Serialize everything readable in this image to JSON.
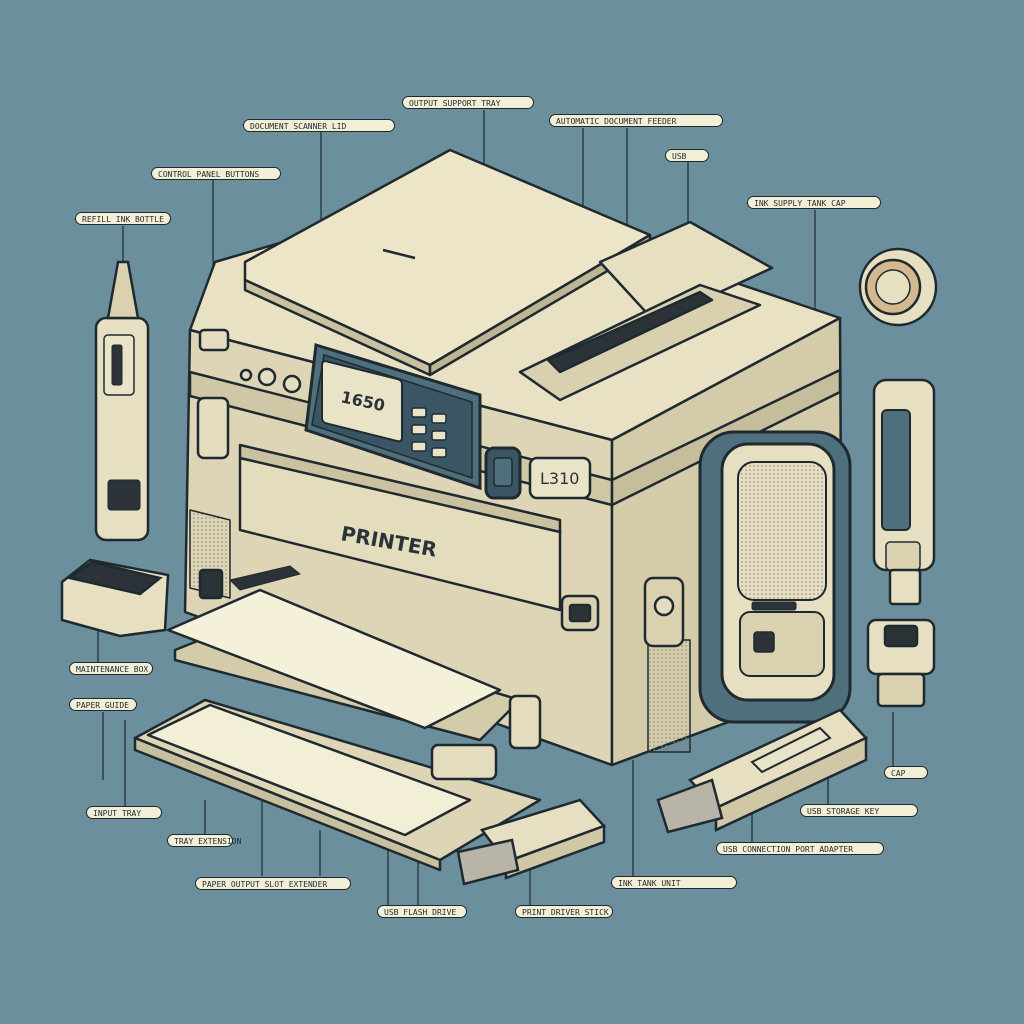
{
  "printer": {
    "brand_text": "PRINTER",
    "display_text": "1650",
    "model_badge": "L310"
  },
  "callouts": {
    "top_tray": "OUTPUT SUPPORT TRAY",
    "scanner_lid": "DOCUMENT SCANNER LID",
    "control_panel": "CONTROL PANEL BUTTONS",
    "feeder": "AUTOMATIC DOCUMENT FEEDER",
    "usb_port": "USB",
    "ink_tank_cap": "INK SUPPLY TANK CAP",
    "ink_bottle_left": "REFILL INK BOTTLE",
    "left_cartridge": "MAINTENANCE BOX",
    "paper_guide": "PAPER GUIDE",
    "paper_tray": "INPUT TRAY",
    "tray_extension": "TRAY EXTENSION",
    "output_slot": "PAPER OUTPUT SLOT EXTENDER",
    "usb_drive_a": "USB FLASH DRIVE",
    "usb_drive_b": "PRINT DRIVER STICK",
    "ink_tank_unit": "INK TANK UNIT",
    "usb_drive_c": "USB STORAGE KEY",
    "cable_port": "USB CONNECTION PORT ADAPTER",
    "ink_cap_right": "CAP"
  },
  "colors": {
    "background": "#6b8f9c",
    "body": "#e9e2c6",
    "outline": "#1f2a30",
    "accent_blue": "#4f6f7d"
  }
}
